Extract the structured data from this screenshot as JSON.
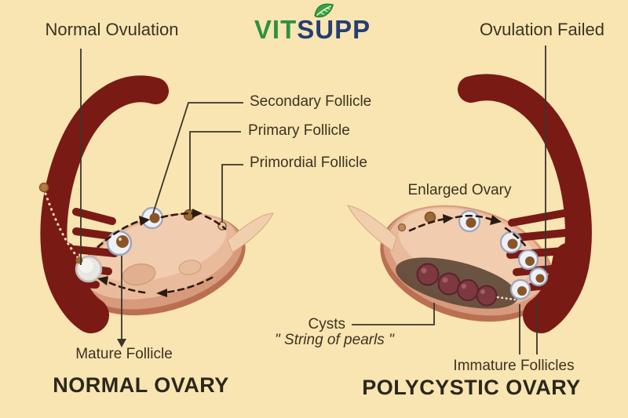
{
  "background": "#f8e5b1",
  "logo": {
    "vit": "VIT",
    "supp": "SUPP",
    "vit_color": "#2e9140",
    "supp_color": "#263d73"
  },
  "left": {
    "top_label": "Normal Ovulation",
    "secondary_label": "Secondary Follicle",
    "primary_label": "Primary Follicle",
    "primordial_label": "Primordial Follicle",
    "mature_label": "Mature Follicle",
    "heading": "NORMAL OVARY"
  },
  "right": {
    "top_label": "Ovulation Failed",
    "enlarged_label": "Enlarged Ovary",
    "cysts_label": "Cysts",
    "cysts_sub_label": "\" String of pearls \"",
    "immature_label": "Immature Follicles",
    "heading": "POLYCYSTIC OVARY"
  },
  "colors": {
    "tube": "#7a1a15",
    "ovary_rim": "#bb6f52",
    "ovary_fill": "#eaba9c",
    "follicle_ring": "#eef0f4",
    "follicle_center": "#8a5526",
    "cyst": "#7d3840",
    "cyst_band": "#5f4938",
    "line": "#3a342c",
    "text": "#3b3322"
  }
}
